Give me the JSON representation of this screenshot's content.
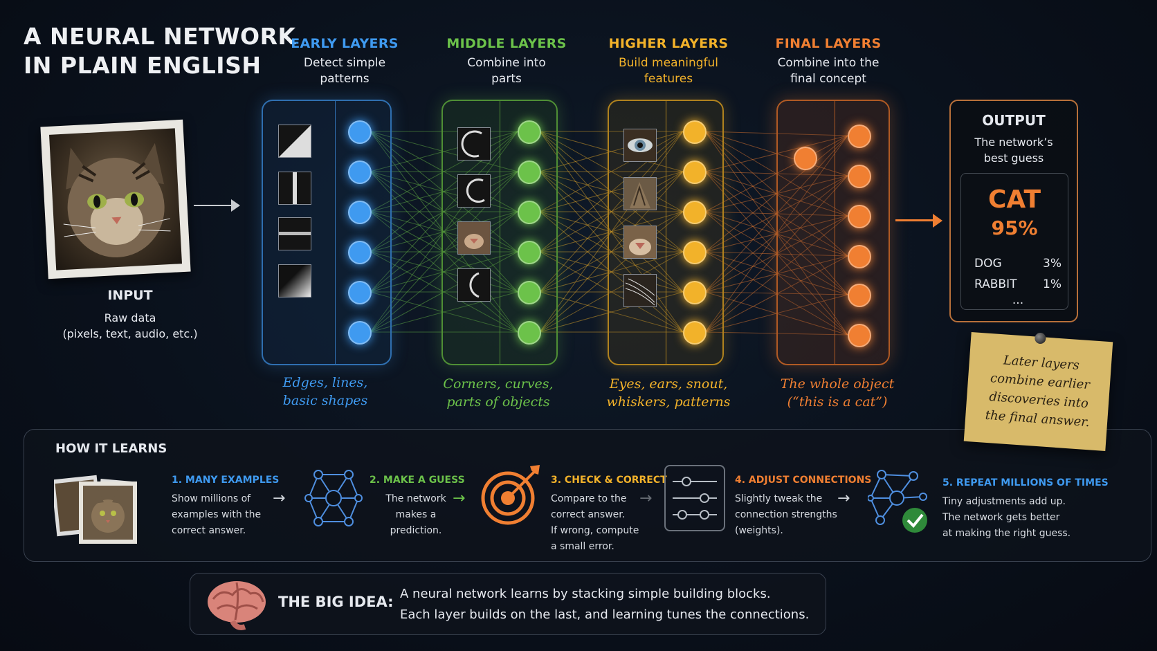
{
  "title": {
    "line1": "A NEURAL NETWORK",
    "line2": "IN PLAIN ENGLISH"
  },
  "input": {
    "label": "INPUT",
    "line1": "Raw data",
    "line2": "(pixels, text, audio, etc.)"
  },
  "layers": [
    {
      "title": "EARLY LAYERS",
      "sub1": "Detect simple",
      "sub2": "patterns",
      "cap1": "Edges, lines,",
      "cap2": "basic shapes",
      "color": "#3f9af0"
    },
    {
      "title": "MIDDLE LAYERS",
      "sub1": "Combine into",
      "sub2": "parts",
      "cap1": "Corners, curves,",
      "cap2": "parts of objects",
      "color": "#6cc24a"
    },
    {
      "title": "HIGHER LAYERS",
      "sub1": "Build meaningful",
      "sub2": "features",
      "cap1": "Eyes, ears, snout,",
      "cap2": "whiskers, patterns",
      "color": "#f2b22a"
    },
    {
      "title": "FINAL LAYERS",
      "sub1": "Combine into the",
      "sub2": "final concept",
      "cap1": "The whole object",
      "cap2": "(“this is a cat”)",
      "color": "#f07f32"
    }
  ],
  "output": {
    "label": "OUTPUT",
    "sub1": "The network’s",
    "sub2": "best guess",
    "top_label": "CAT",
    "top_pct": "95%",
    "others": [
      {
        "label": "DOG",
        "pct": "3%"
      },
      {
        "label": "RABBIT",
        "pct": "1%"
      }
    ],
    "more": "..."
  },
  "note": "Later layers combine earlier discoveries into the final answer.",
  "learning": {
    "title": "HOW IT LEARNS",
    "steps": [
      {
        "head": "1. MANY EXAMPLES",
        "lines": [
          "Show millions of",
          "examples with the",
          "correct answer."
        ],
        "color": "#3f9af0",
        "icon": "photo-stack-icon"
      },
      {
        "head": "2. MAKE A GUESS",
        "lines": [
          "The network",
          "makes a prediction."
        ],
        "color": "#6cc24a",
        "icon": "network-icon"
      },
      {
        "head": "3. CHECK & CORRECT",
        "lines": [
          "Compare to the",
          "correct answer.",
          "If wrong, compute",
          "a small error."
        ],
        "color": "#f2b22a",
        "icon": "target-icon"
      },
      {
        "head": "4. ADJUST CONNECTIONS",
        "lines": [
          "Slightly tweak the",
          "connection strengths",
          "(weights)."
        ],
        "color": "#f07f32",
        "icon": "sliders-icon"
      },
      {
        "head": "5. REPEAT MILLIONS OF TIMES",
        "lines": [
          "Tiny adjustments add up.",
          "The network gets better",
          "at making the right guess."
        ],
        "color": "#3f9af0",
        "icon": "network-check-icon"
      }
    ]
  },
  "big_idea": {
    "label": "THE BIG IDEA:",
    "line1": "A neural network learns by stacking simple building blocks.",
    "line2": "Each layer builds on the last, and learning tunes the connections."
  }
}
